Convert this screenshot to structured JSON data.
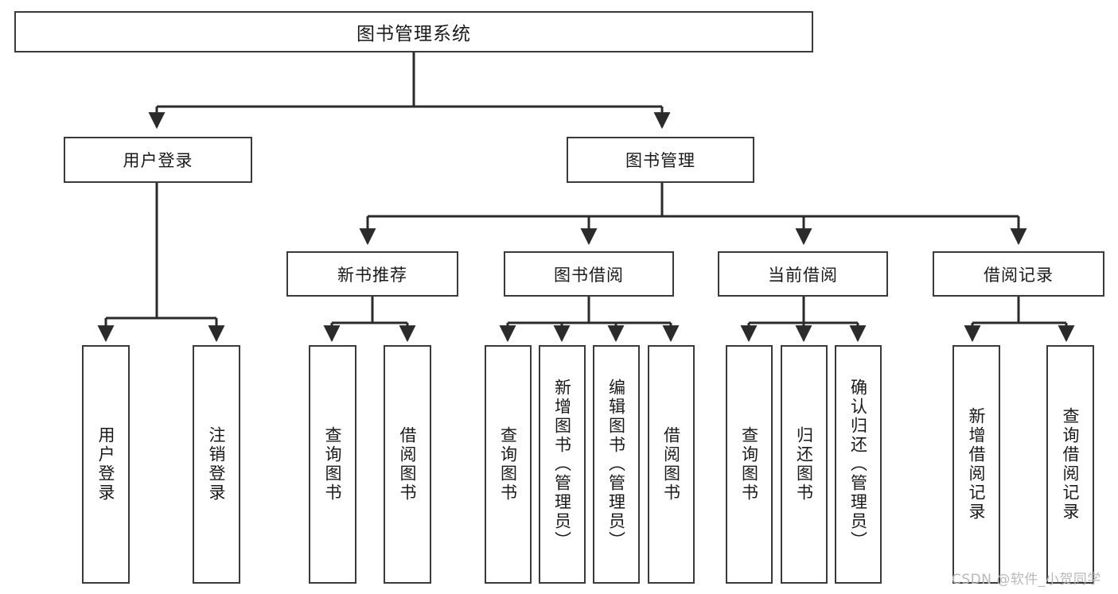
{
  "diagram": {
    "type": "tree-hierarchy",
    "title": "图书管理系统",
    "watermark": "CSDN @软件_小贺同学",
    "theme": {
      "background": "#ffffff",
      "box_border": "#3a3a3a",
      "box_fill": "#ffffff",
      "connector": "#2b2b2b",
      "text": "#1a1a1a",
      "watermark_color": "#b9b9b9"
    },
    "levels": {
      "root": {
        "label": "图书管理系统"
      },
      "level2": [
        {
          "label": "用户登录"
        },
        {
          "label": "图书管理"
        }
      ],
      "level3": [
        {
          "label": "新书推荐"
        },
        {
          "label": "图书借阅"
        },
        {
          "label": "当前借阅"
        },
        {
          "label": "借阅记录"
        }
      ]
    },
    "leaves": {
      "user_login": [
        {
          "label": "用户登录"
        },
        {
          "label": "注销登录"
        }
      ],
      "new_book_recommend": [
        {
          "label": "查询图书"
        },
        {
          "label": "借阅图书"
        }
      ],
      "book_borrow": [
        {
          "label": "查询图书"
        },
        {
          "label": "新增图书（管理员）"
        },
        {
          "label": "编辑图书（管理员）"
        },
        {
          "label": "借阅图书"
        }
      ],
      "current_borrow": [
        {
          "label": "查询图书"
        },
        {
          "label": "归还图书"
        },
        {
          "label": "确认归还（管理员）"
        }
      ],
      "borrow_record": [
        {
          "label": "新增借阅记录"
        },
        {
          "label": "查询借阅记录"
        }
      ]
    }
  }
}
